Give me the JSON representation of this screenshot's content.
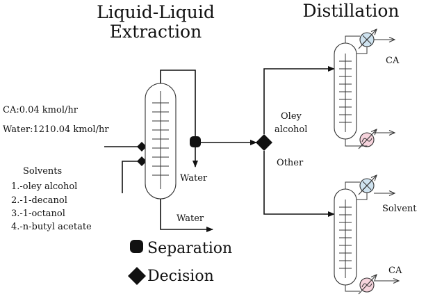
{
  "headings": {
    "extraction_line1": "Liquid-Liquid",
    "extraction_line2": "Extraction",
    "distillation": "Distillation"
  },
  "feed": {
    "ca": "CA:0.04 kmol/hr",
    "water": "Water:1210.04 kmol/hr"
  },
  "solvents": {
    "title": "Solvents",
    "items": [
      "1.-oley alcohol",
      "2.-1-decanol",
      "3.-1-octanol",
      "4.-n-butyl acetate"
    ]
  },
  "streams": {
    "water_top": "Water",
    "water_bottom": "Water",
    "oley_alcohol_line1": "Oley",
    "oley_alcohol_line2": "alcohol",
    "other": "Other",
    "ca_top": "CA",
    "solvent": "Solvent",
    "ca_bottom": "CA"
  },
  "legend": {
    "separation": "Separation",
    "decision": "Decision"
  },
  "colors": {
    "condenser_fill": "#cfe3f0",
    "reboiler_fill": "#f6d3dc",
    "line": "#111111"
  },
  "icons": {
    "separation": "rounded-square-icon",
    "decision": "diamond-icon",
    "condenser": "condenser-icon",
    "reboiler": "reboiler-icon"
  }
}
